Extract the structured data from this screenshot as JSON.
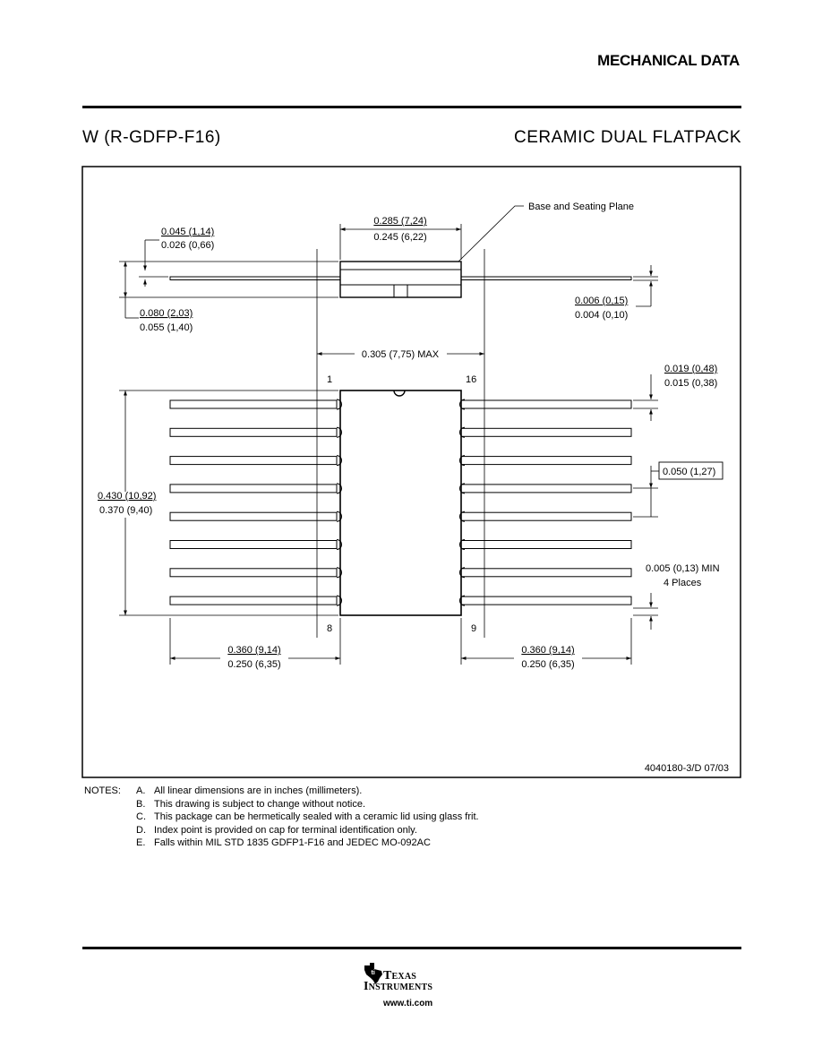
{
  "header": {
    "section_title": "MECHANICAL DATA",
    "package_code": "W (R-GDFP-F16)",
    "package_name": "CERAMIC DUAL FLATPACK"
  },
  "drawing": {
    "callout_base": "Base and Seating Plane",
    "dim_body_width_max": "0.285 (7,24)",
    "dim_body_width_min": "0.245 (6,22)",
    "dim_lead_offset_max": "0.045 (1,14)",
    "dim_lead_offset_min": "0.026 (0,66)",
    "dim_height_max": "0.080 (2,03)",
    "dim_height_min": "0.055 (1,40)",
    "dim_lead_thk_max": "0.006 (0,15)",
    "dim_lead_thk_min": "0.004 (0,10)",
    "dim_overall_max": "0.305 (7,75) MAX",
    "dim_lead_w_max": "0.019 (0,48)",
    "dim_lead_w_min": "0.015 (0,38)",
    "dim_pitch": "0.050 (1,27)",
    "dim_length_max": "0.430 (10,92)",
    "dim_length_min": "0.370 (9,40)",
    "dim_min_space": "0.005 (0,13) MIN",
    "dim_min_space_note": "4 Places",
    "dim_lead_len_left_max": "0.360 (9,14)",
    "dim_lead_len_left_min": "0.250 (6,35)",
    "dim_lead_len_right_max": "0.360 (9,14)",
    "dim_lead_len_right_min": "0.250 (6,35)",
    "pin_1": "1",
    "pin_16": "16",
    "pin_8": "8",
    "pin_9": "9",
    "drawing_number": "4040180-3/D 07/03"
  },
  "notes": {
    "label": "NOTES:",
    "items": [
      {
        "key": "A.",
        "text": "All linear dimensions are in inches (millimeters)."
      },
      {
        "key": "B.",
        "text": "This drawing is subject to change without notice."
      },
      {
        "key": "C.",
        "text": "This package can be hermetically sealed with a ceramic lid using glass frit."
      },
      {
        "key": "D.",
        "text": "Index point is provided on cap for terminal identification only."
      },
      {
        "key": "E.",
        "text": "Falls within MIL STD 1835 GDFP1-F16 and JEDEC MO-092AC"
      }
    ]
  },
  "footer": {
    "brand_line1": "Texas",
    "brand_line2": "Instruments",
    "website": "www.ti.com"
  }
}
